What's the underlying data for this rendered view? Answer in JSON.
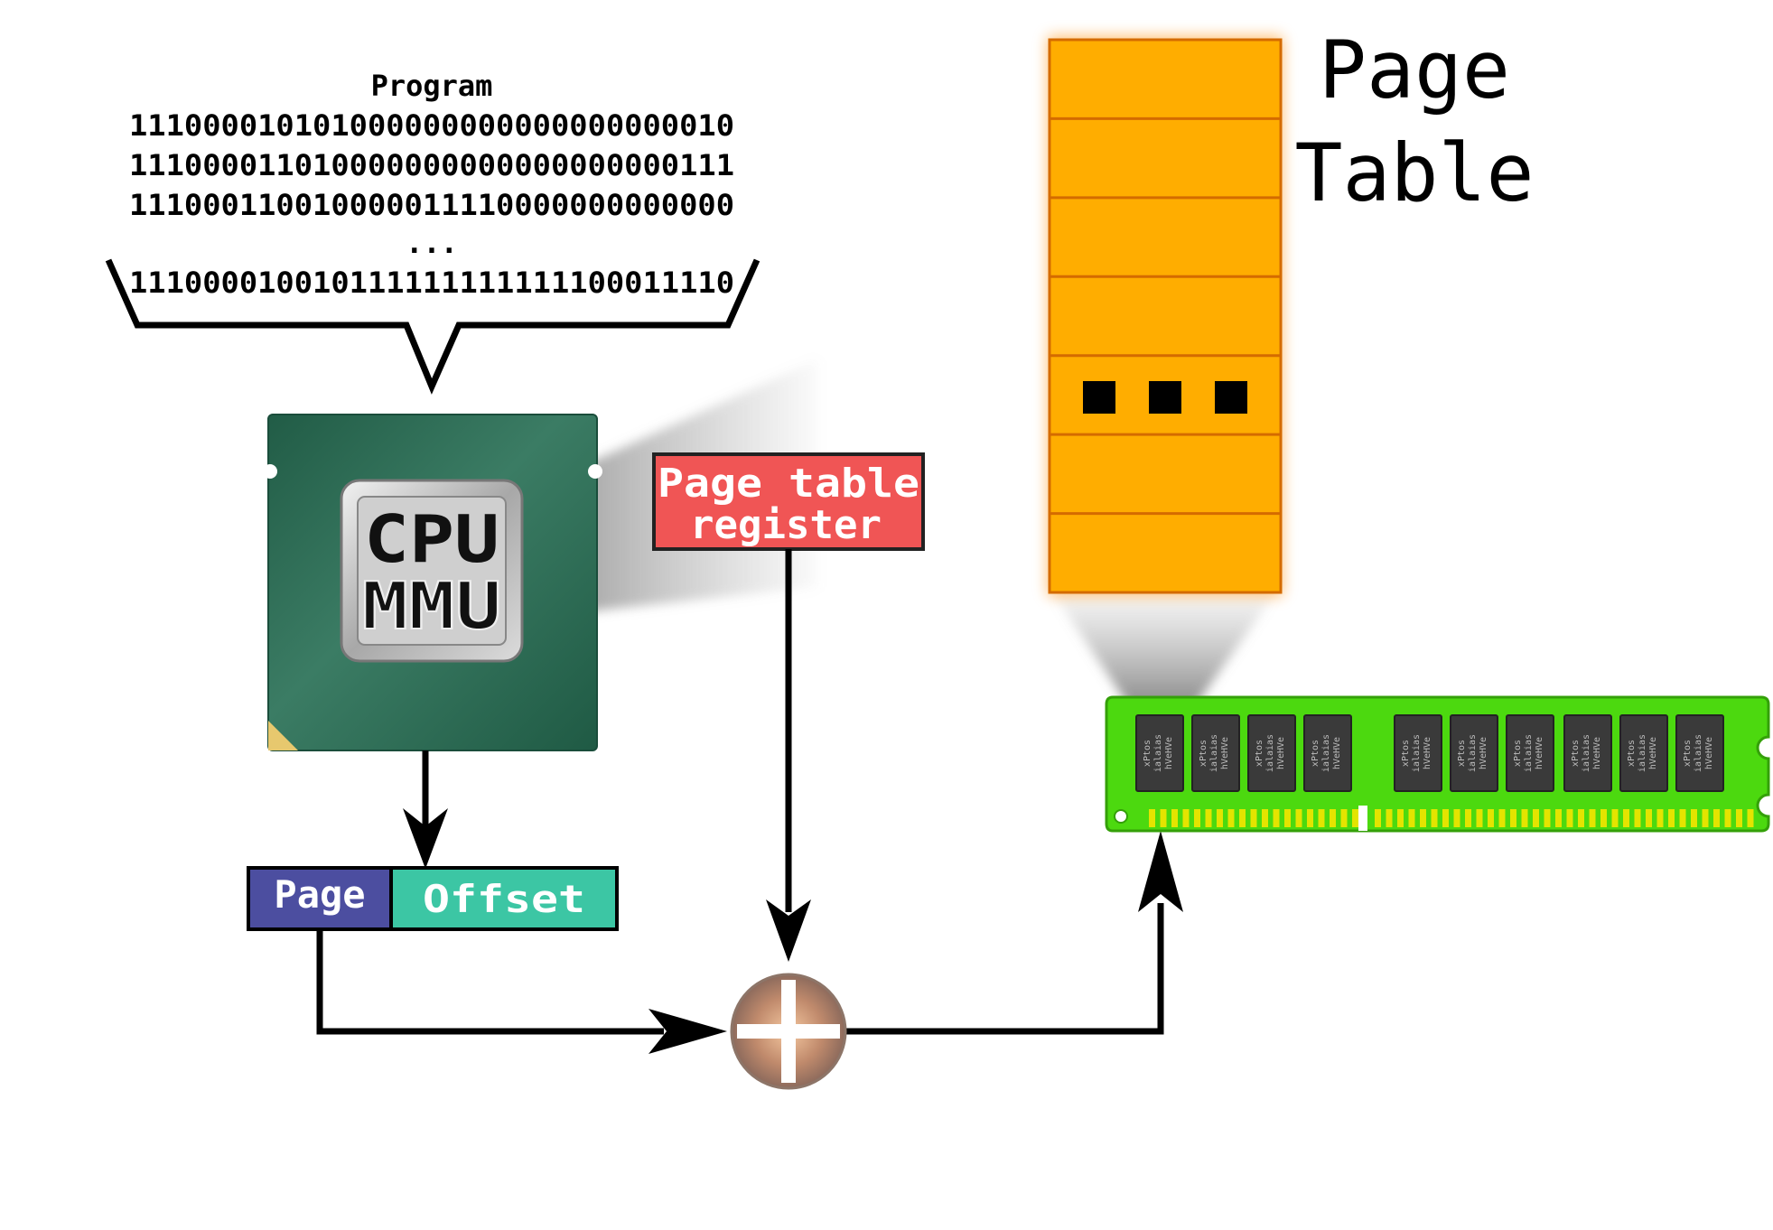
{
  "program": {
    "title": "Program",
    "lines": [
      "111000010101000000000000000000010",
      "111000011010000000000000000000111",
      "111000110010000011110000000000000",
      "...",
      "111000010010111111111111100011110"
    ]
  },
  "cpu": {
    "line1": "CPU",
    "line2": "MMU"
  },
  "register": {
    "line1": "Page table",
    "line2": "register"
  },
  "address": {
    "page": "Page",
    "offset": "Offset"
  },
  "page_table": {
    "title_line1": "Page",
    "title_line2": "Table",
    "rows": 7,
    "ellipsis_row": 4
  },
  "ram": {
    "chip_text": [
      "xPtos",
      "ialaias",
      "hVeHVe"
    ]
  },
  "colors": {
    "cpu_green": "#2f6e57",
    "register_red": "#f05555",
    "page_blue": "#4c4ea0",
    "offset_teal": "#3cc6a4",
    "table_orange": "#ffad00",
    "ram_green": "#4cd90f",
    "ram_pins": "#e4e400",
    "adder": "#9c6a55"
  }
}
